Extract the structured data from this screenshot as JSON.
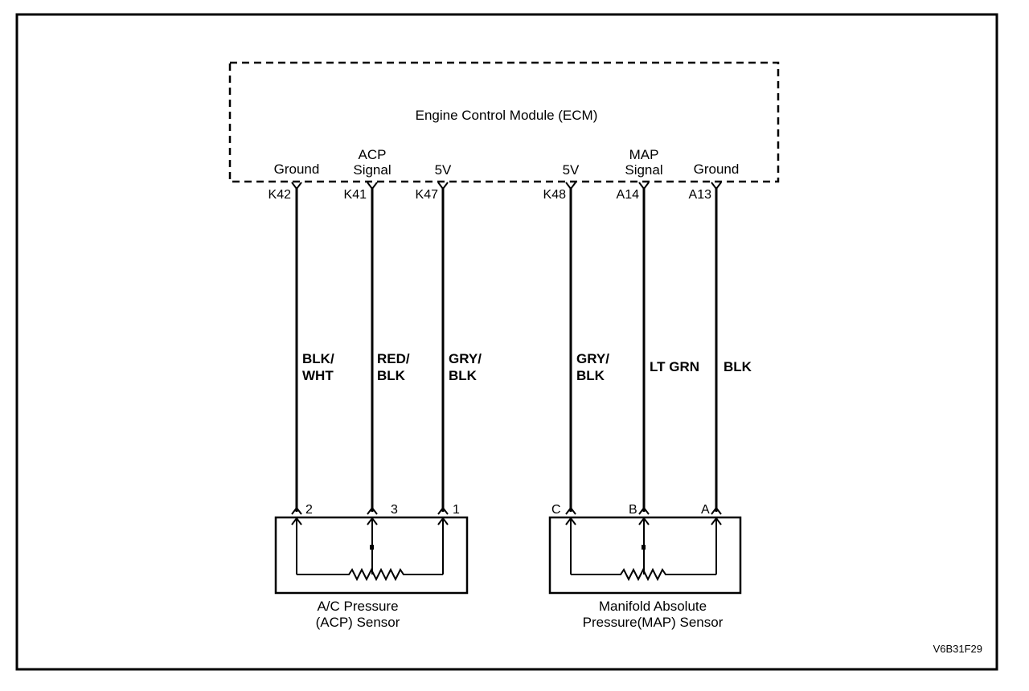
{
  "ecm": {
    "title": "Engine Control Module (ECM)"
  },
  "ecm_terminals": [
    {
      "function": "Ground",
      "function_line2": "",
      "pin": "K42"
    },
    {
      "function": "ACP",
      "function_line2": "Signal",
      "pin": "K41"
    },
    {
      "function": "5V",
      "function_line2": "",
      "pin": "K47"
    },
    {
      "function": "5V",
      "function_line2": "",
      "pin": "K48"
    },
    {
      "function": "MAP",
      "function_line2": "Signal",
      "pin": "A14"
    },
    {
      "function": "Ground",
      "function_line2": "",
      "pin": "A13"
    }
  ],
  "wires": [
    {
      "color_line1": "BLK/",
      "color_line2": "WHT"
    },
    {
      "color_line1": "RED/",
      "color_line2": "BLK"
    },
    {
      "color_line1": "GRY/",
      "color_line2": "BLK"
    },
    {
      "color_line1": "GRY/",
      "color_line2": "BLK"
    },
    {
      "color_line1": "LT GRN",
      "color_line2": ""
    },
    {
      "color_line1": "BLK",
      "color_line2": ""
    }
  ],
  "sensor_pins": [
    "2",
    "3",
    "1",
    "C",
    "B",
    "A"
  ],
  "sensors": [
    {
      "name_line1": "A/C Pressure",
      "name_line2": "(ACP) Sensor"
    },
    {
      "name_line1": "Manifold Absolute",
      "name_line2": "Pressure(MAP) Sensor"
    }
  ],
  "figure_code": "V6B31F29"
}
